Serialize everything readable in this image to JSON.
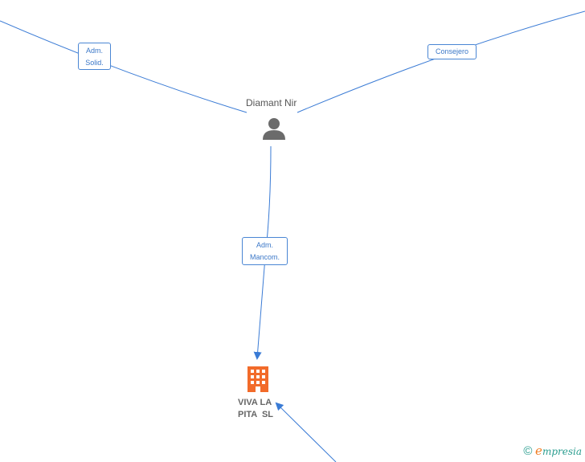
{
  "person": {
    "name": "Diamant Nir"
  },
  "company": {
    "name": "VIVA LA\nPITA  SL"
  },
  "roles": {
    "adm_solid": "Adm.\nSolid.",
    "consejero": "Consejero",
    "adm_mancom": "Adm.\nMancom."
  },
  "brand": {
    "copyright": "©",
    "initial": "e",
    "rest": "mpresia"
  },
  "colors": {
    "edge": "#3a7bd5",
    "company_icon": "#f26b2a",
    "person_icon": "#6b6b6b"
  }
}
